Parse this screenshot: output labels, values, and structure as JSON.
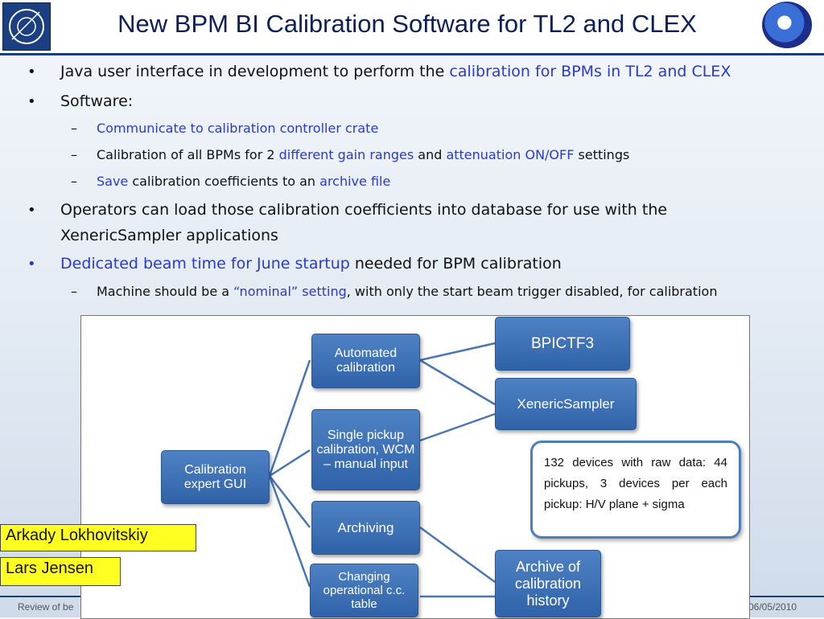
{
  "title": "New BPM BI Calibration Software for TL2 and CLEX",
  "bullets": {
    "b1_text": "Java user interface in development to perform the ",
    "b1_highlight": "calibration for BPMs in TL2 and CLEX",
    "b2_text": "Software:",
    "s1_highlight": "Communicate to calibration controller crate",
    "s2_part1": "Calibration of all BPMs for 2 ",
    "s2_hl1": "different gain ranges",
    "s2_part2": " and ",
    "s2_hl2": "attenuation ON/OFF",
    "s2_part3": " settings",
    "s3_hl1": "Save",
    "s3_part1": " calibration coefficients to an ",
    "s3_hl2": "archive file",
    "b3_line1": "Operators can load those calibration coefficients into database for use with the",
    "b3_line2": "XenericSampler applications",
    "b4_highlight": "Dedicated beam time for June startup",
    "b4_text": " needed for BPM calibration",
    "s4_part1": "Machine should be a ",
    "s4_highlight": "“nominal” setting",
    "s4_part2": ", with only the start beam trigger disabled, for calibration",
    "bullet_glyph": "•",
    "dash_glyph": "–"
  },
  "diagram": {
    "calibration_gui": "Calibration expert GUI",
    "automated": "Automated calibration",
    "single_pickup": "Single pickup calibration, WCM – manual input",
    "archiving": "Archiving",
    "changing": "Changing operational c.c. table",
    "bpictf3": "BPICTF3",
    "xenericsampler": "XenericSampler",
    "archive_history": "Archive of calibration history",
    "note": "132 devices with raw data: 44 pickups, 3 devices per each pickup: H/V plane + sigma"
  },
  "authors": [
    "Arkady Lokhovitskiy",
    "Lars Jensen"
  ],
  "footer": {
    "left": "Review of be",
    "right": "06/05/2010"
  },
  "colors": {
    "highlight": "#2a3ad0",
    "box": "#3f72b8",
    "author_bg": "#ffff22"
  },
  "icons": {
    "left_logo": "cern-logo",
    "right_logo": "ctf3-logo"
  }
}
